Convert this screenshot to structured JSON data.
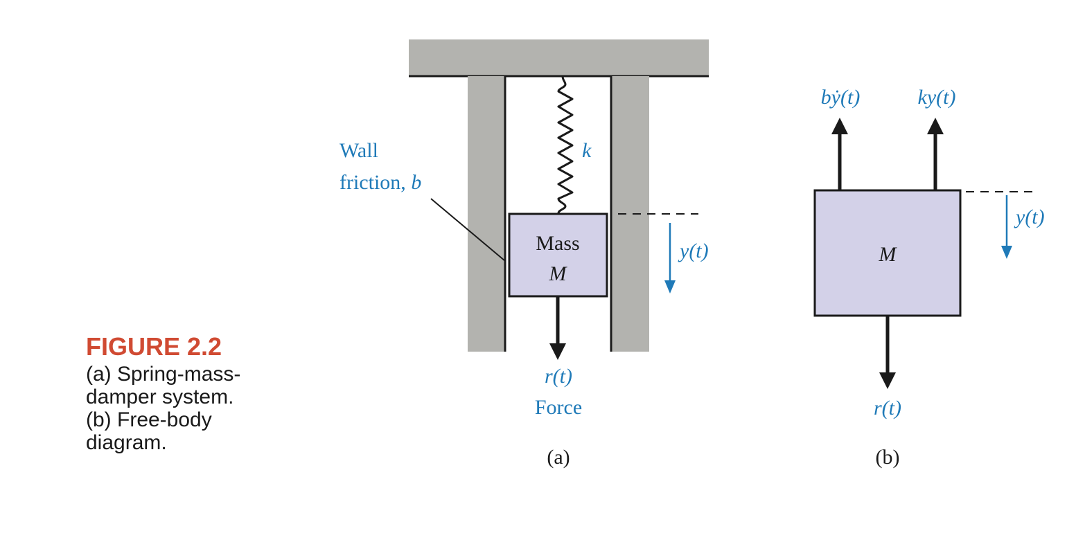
{
  "caption": {
    "title": "FIGURE 2.2",
    "lines": [
      "(a) Spring-mass-",
      "damper system.",
      "(b) Free-body",
      "diagram."
    ]
  },
  "diagram_a": {
    "wall_label_line1": "Wall",
    "wall_label_line2_text": "friction, ",
    "wall_label_line2_var": "b",
    "spring_label": "k",
    "mass_label": "Mass",
    "mass_symbol": "M",
    "displacement_label": "y(t)",
    "force_symbol": "r(t)",
    "force_label": "Force",
    "panel_label": "(a)"
  },
  "diagram_b": {
    "damping_force_label": "bẏ(t)",
    "spring_force_label": "ky(t)",
    "mass_symbol": "M",
    "displacement_label": "y(t)",
    "force_symbol": "r(t)",
    "panel_label": "(b)"
  },
  "colors": {
    "wall_gray": "#b3b3af",
    "mass_fill": "#d3d1e8",
    "label_blue": "#1f7ab8",
    "caption_red": "#d04a32",
    "line_black": "#1a1a1a"
  }
}
